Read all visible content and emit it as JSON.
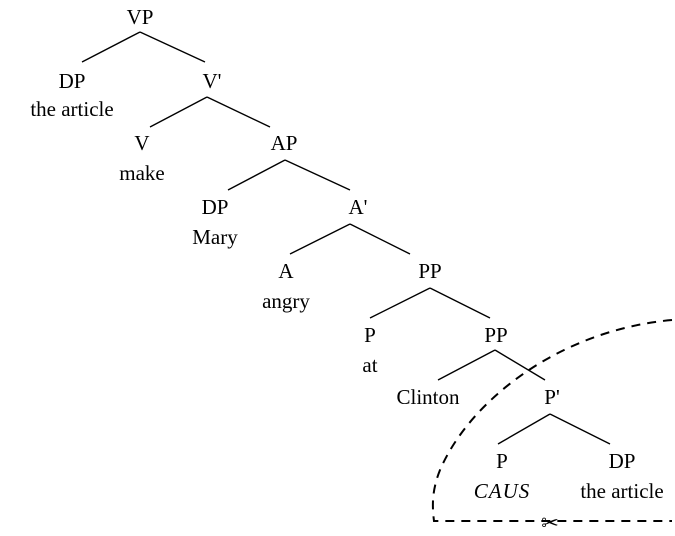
{
  "nodes": {
    "vp": "VP",
    "dp1": "DP",
    "dp1_word": "the article",
    "v_bar": "V'",
    "v": "V",
    "v_word": "make",
    "ap": "AP",
    "dp2": "DP",
    "dp2_word": "Mary",
    "a_bar": "A'",
    "a": "A",
    "a_word": "angry",
    "pp1": "PP",
    "p1": "P",
    "p1_word": "at",
    "pp2": "PP",
    "clinton": "Clinton",
    "p_bar": "P'",
    "p2": "P",
    "p2_word": "CAUS",
    "dp3": "DP",
    "dp3_word": "the article"
  },
  "cut_symbol": "✂"
}
